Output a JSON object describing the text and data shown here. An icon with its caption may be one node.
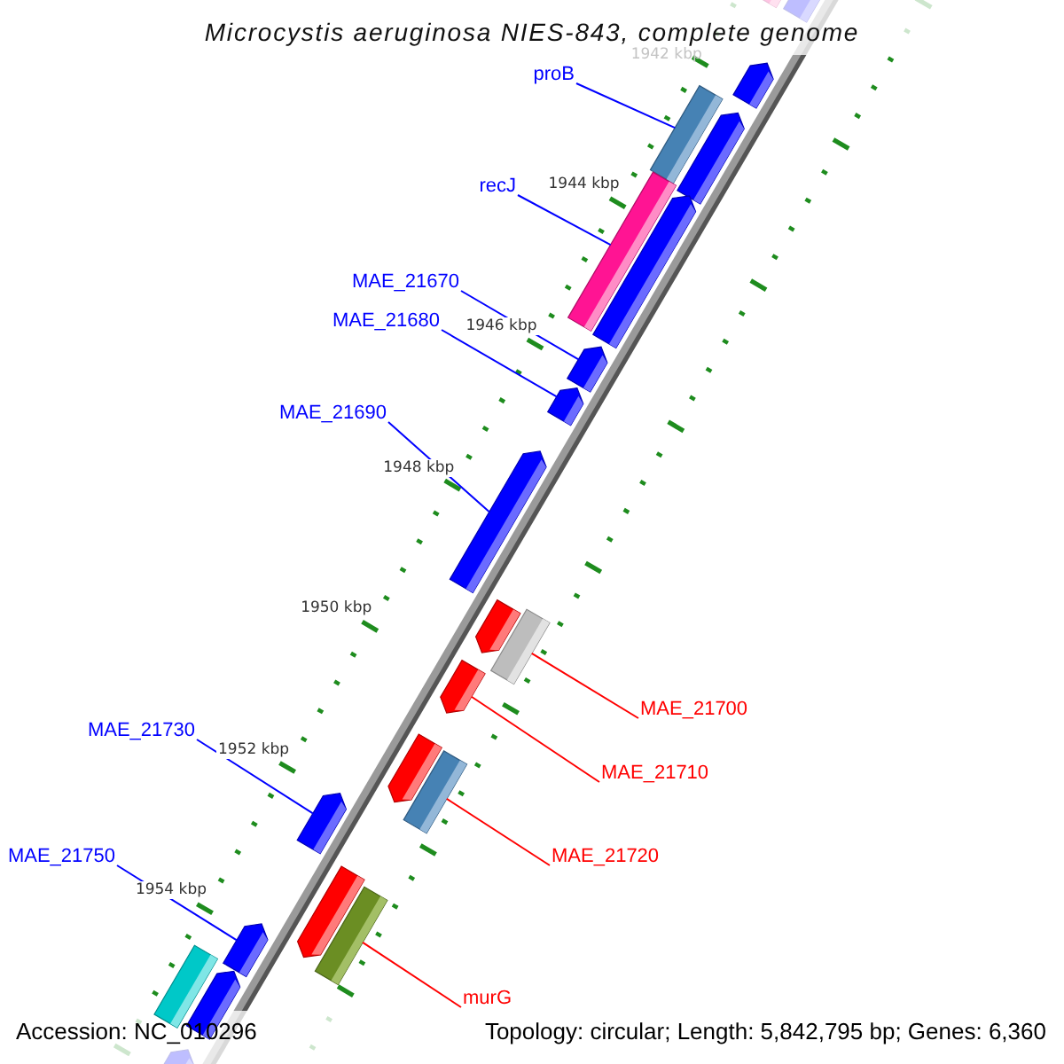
{
  "diagram": {
    "title": "Microcystis aeruginosa NIES-843, complete genome",
    "nodes": [
      {
        "text": [
          "proB"
        ]
      },
      {
        "text": [],
        "shape": "bar"
      },
      {
        "text": [
          "recJ"
        ]
      },
      {
        "text": [],
        "shape": "bar"
      },
      {
        "text": [
          "MAE_21670"
        ]
      },
      {
        "text": [],
        "shape": "arrow"
      },
      {
        "text": [
          "MAE_21680"
        ]
      },
      {
        "text": [],
        "shape": "arrow"
      },
      {
        "text": [
          "MAE_21690"
        ]
      },
      {
        "text": [],
        "shape": "arrow"
      },
      {
        "text": [
          "MAE_21700"
        ]
      },
      {
        "text": [],
        "shape": "bar"
      },
      {
        "text": [
          "MAE_21710"
        ]
      },
      {
        "text": [],
        "shape": "arrow"
      },
      {
        "text": [
          "MAE_21730"
        ]
      },
      {
        "text": [],
        "shape": "arrow"
      },
      {
        "text": [
          "MAE_21720"
        ]
      },
      {
        "text": [],
        "shape": "bar"
      },
      {
        "text": [
          "MAE_21750"
        ]
      },
      {
        "text": [],
        "shape": "arrow"
      },
      {
        "text": [
          "murG"
        ]
      },
      {
        "text": [],
        "shape": "bar"
      },
      {
        "text": [],
        "shape": "bar"
      },
      {
        "text": [],
        "shape": "arrow"
      },
      {
        "text": [],
        "shape": "arrow"
      },
      {
        "text": [],
        "shape": "arrow"
      },
      {
        "text": [],
        "shape": "arrow"
      },
      {
        "text": [],
        "shape": "arrow"
      },
      {
        "text": [],
        "shape": "arrow"
      },
      {
        "text": [],
        "shape": "arrow"
      },
      {
        "text": [],
        "shape": "arrow"
      },
      {
        "text": [],
        "shape": "bar"
      },
      {
        "text": [],
        "shape": "arrow"
      }
    ],
    "edges": [
      {
        "from": 0,
        "to": 1,
        "arrow": "none",
        "color": "#0000ff"
      },
      {
        "from": 2,
        "to": 3,
        "arrow": "none",
        "color": "#0000ff"
      },
      {
        "from": 4,
        "to": 5,
        "arrow": "none",
        "color": "#0000ff"
      },
      {
        "from": 6,
        "to": 7,
        "arrow": "none",
        "color": "#0000ff"
      },
      {
        "from": 8,
        "to": 9,
        "arrow": "none",
        "color": "#0000ff"
      },
      {
        "from": 10,
        "to": 11,
        "arrow": "none",
        "color": "#ff0000"
      },
      {
        "from": 12,
        "to": 13,
        "arrow": "none",
        "color": "#ff0000"
      },
      {
        "from": 14,
        "to": 15,
        "arrow": "none",
        "color": "#0000ff"
      },
      {
        "from": 16,
        "to": 17,
        "arrow": "none",
        "color": "#ff0000"
      },
      {
        "from": 18,
        "to": 19,
        "arrow": "none",
        "color": "#0000ff"
      },
      {
        "from": 20,
        "to": 21,
        "arrow": "none",
        "color": "#ff0000"
      }
    ],
    "labels": [
      "1942 kbp",
      "1944 kbp",
      "1946 kbp",
      "1948 kbp",
      "1950 kbp",
      "1952 kbp",
      "1954 kbp",
      "Accession: NC_010296",
      "Topology: circular; Length: 5,842,795 bp; Genes: 6,360"
    ]
  }
}
